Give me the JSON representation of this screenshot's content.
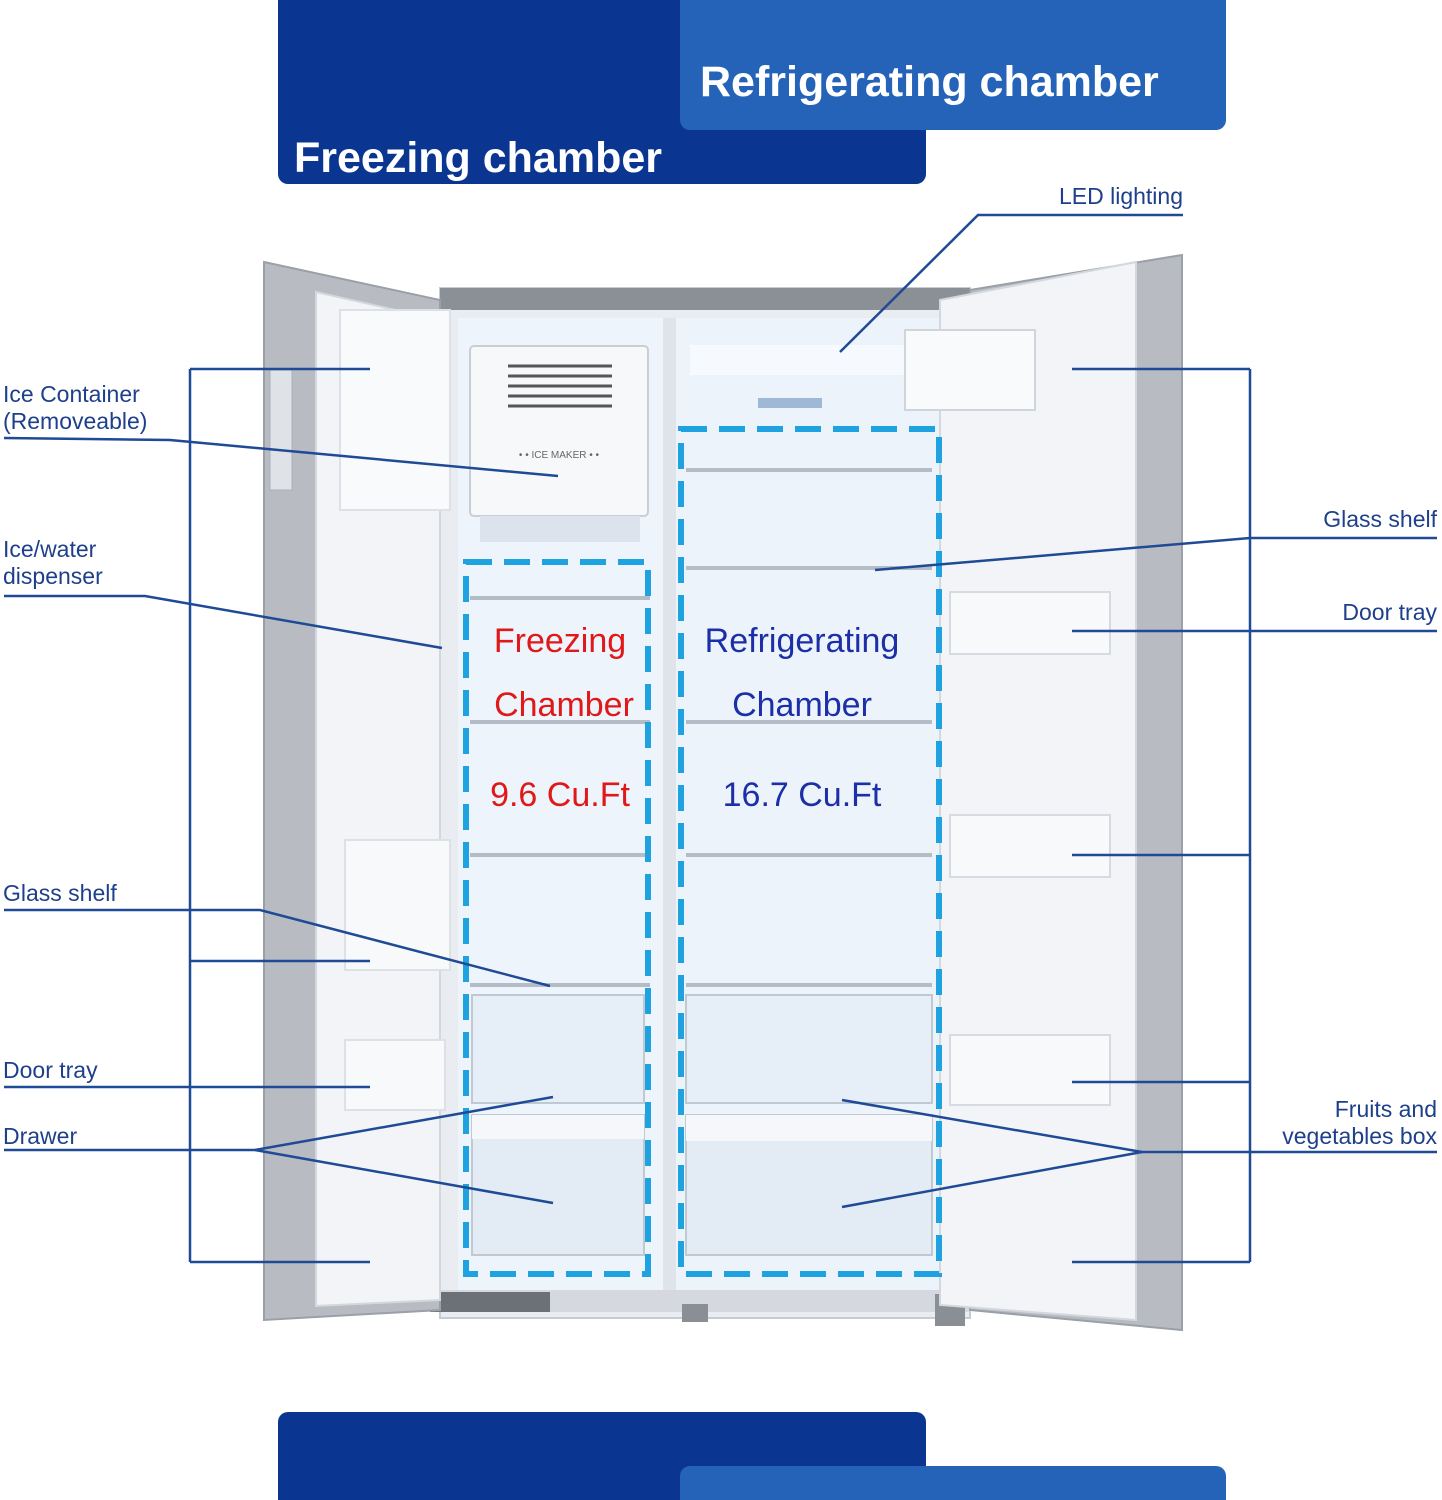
{
  "colors": {
    "banner_dark": "#0a3590",
    "banner_light": "#2563b8",
    "callout_line": "#1e4a96",
    "dashed_outline": "#1fa3e0",
    "freezing_text": "#e01818",
    "refrigerating_text": "#1c2fa8"
  },
  "banners": {
    "refrigerating": "Refrigerating chamber",
    "freezing": "Freezing chamber"
  },
  "callouts": {
    "led_lighting": "LED lighting",
    "ice_container_1": "Ice Container",
    "ice_container_2": "(Removeable)",
    "ice_water_1": "Ice/water",
    "ice_water_2": "dispenser",
    "glass_shelf_left": "Glass shelf",
    "door_tray_left": "Door tray",
    "drawer": "Drawer",
    "glass_shelf_right": "Glass shelf",
    "door_tray_right": "Door tray",
    "fruits_1": "Fruits and",
    "fruits_2": "vegetables box"
  },
  "appliance": {
    "ice_maker_label": "• • ICE MAKER • •"
  },
  "freezing_chamber": {
    "line1": "Freezing",
    "line2": "Chamber",
    "capacity": "9.6 Cu.Ft"
  },
  "refrigerating_chamber": {
    "line1": "Refrigerating",
    "line2": "Chamber",
    "capacity": "16.7 Cu.Ft"
  }
}
